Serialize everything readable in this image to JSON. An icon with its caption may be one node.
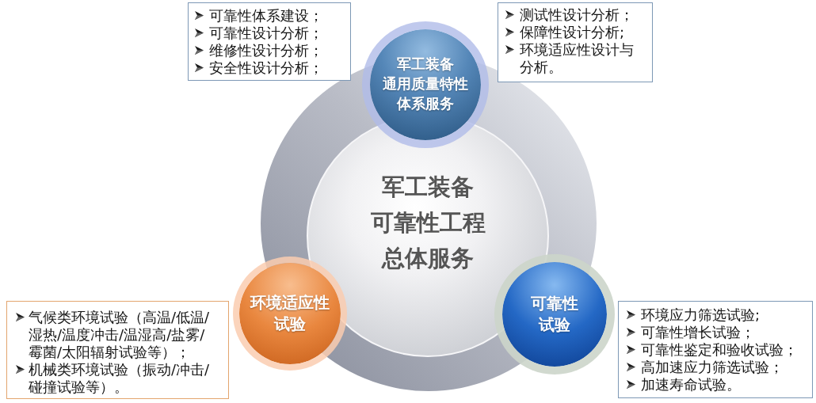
{
  "diagram": {
    "nodes": [
      {
        "text": [
          "可靠性体系建设；",
          "可靠性设计分析；",
          "维修性设计分析；",
          "安全性设计分析；"
        ]
      },
      {
        "text": [
          "军工装备通用质量特性体系服务"
        ]
      },
      {
        "text": [
          "测试性设计分析；",
          "保障性设计分析;",
          "环境适应性设计与分析。"
        ]
      },
      {
        "text": [
          "军工装备可靠性工程总体服务"
        ]
      },
      {
        "text": [
          "环境适应性试验"
        ]
      },
      {
        "text": [
          "可靠性试验"
        ]
      },
      {
        "text": [
          "气候类环境试验（高温/低温/湿热/温度冲击/温湿高/盐雾/霉菌/太阳辐射试验等）；",
          "机械类环境试验（振动/冲击/碰撞试验等）。"
        ]
      },
      {
        "text": [
          "环境应力筛选试验;",
          "可靠性增长试验；",
          "可靠性鉴定和验收试验；",
          "高加速应力筛选试验；",
          "加速寿命试验。"
        ]
      }
    ]
  }
}
